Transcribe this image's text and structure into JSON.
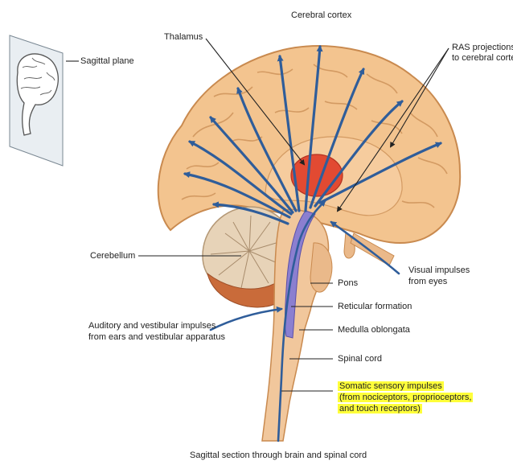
{
  "labels": {
    "cerebral_cortex": "Cerebral cortex",
    "thalamus": "Thalamus",
    "ras_projections_1": "RAS projections",
    "ras_projections_2": "to cerebral cortex",
    "sagittal_plane": "Sagittal plane",
    "cerebellum": "Cerebellum",
    "visual_impulses_1": "Visual impulses",
    "visual_impulses_2": "from eyes",
    "pons": "Pons",
    "reticular_formation": "Reticular formation",
    "auditory_1": "Auditory and vestibular impulses",
    "auditory_2": "from ears and vestibular apparatus",
    "medulla": "Medulla oblongata",
    "spinal_cord": "Spinal cord",
    "somatic_1": "Somatic sensory impulses",
    "somatic_2": "(from nociceptors, proprioceptors,",
    "somatic_3": "and touch receptors)"
  },
  "caption": "Sagittal section through brain and spinal cord",
  "colors": {
    "cortex": "#f3c48f",
    "cortex_outline": "#c98a4f",
    "thalamus": "#e24a32",
    "pathway": "#2f5d9a",
    "highlight": "#ffff3a",
    "cerebellum": "#e7d3b8",
    "cerebellum_lower": "#c96b3a"
  }
}
